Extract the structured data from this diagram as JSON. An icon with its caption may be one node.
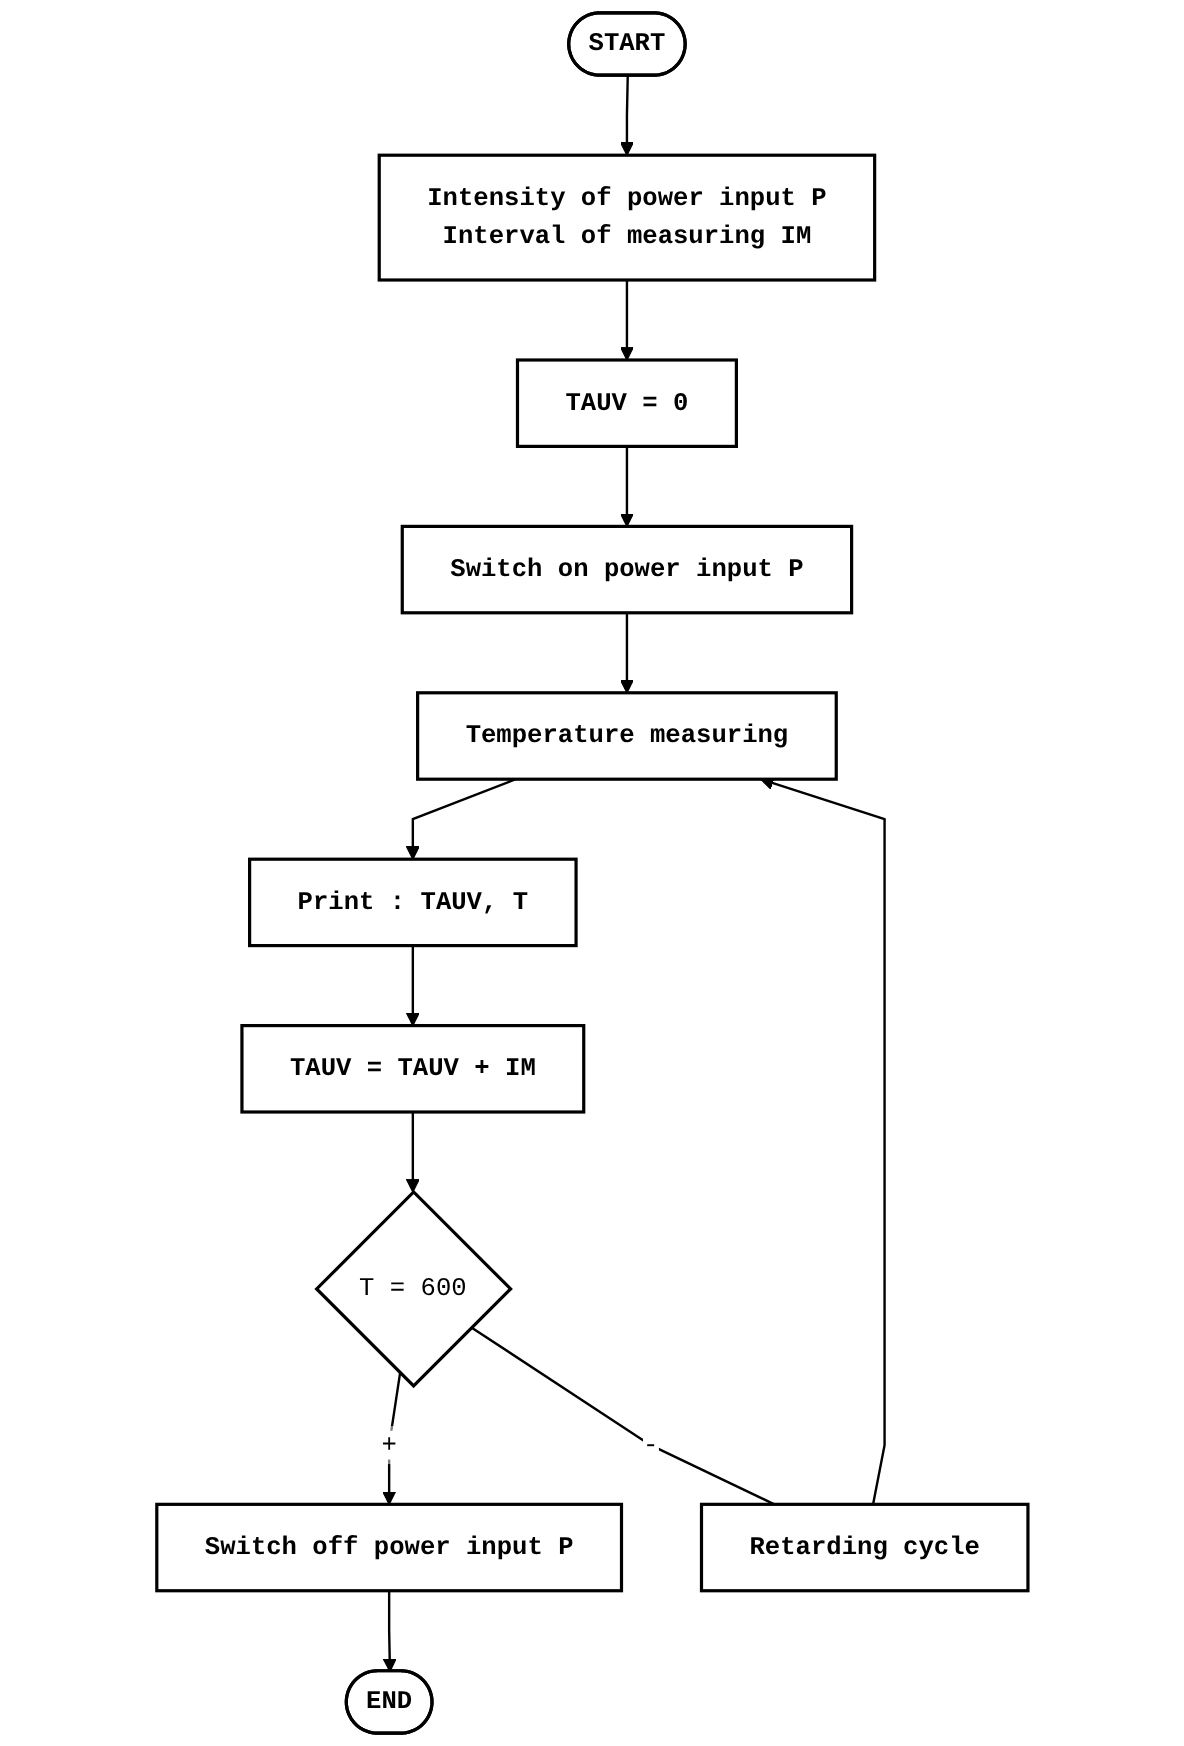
{
  "diagram": {
    "nodes": [
      {
        "text": [
          "START"
        ]
      },
      {
        "text": [
          "Intensity of power input P",
          "Interval of measuring IM"
        ]
      },
      {
        "text": [
          "TAUV = 0"
        ]
      },
      {
        "text": [
          "Switch on power input P"
        ]
      },
      {
        "text": [
          "Temperature measuring"
        ]
      },
      {
        "text": [
          "Print : TAUV, T"
        ]
      },
      {
        "text": [
          "TAUV = TAUV + IM"
        ]
      },
      {
        "text": [
          "T = 600"
        ]
      },
      {
        "text": [
          "Retarding cycle"
        ]
      },
      {
        "text": [
          "Switch off power input P"
        ]
      },
      {
        "text": [
          "END"
        ]
      }
    ],
    "edges": [
      {
        "from": 0,
        "to": 1,
        "arrow": "to"
      },
      {
        "from": 1,
        "to": 2,
        "arrow": "to"
      },
      {
        "from": 2,
        "to": 3,
        "arrow": "to"
      },
      {
        "from": 3,
        "to": 4,
        "arrow": "to"
      },
      {
        "from": 4,
        "to": 5,
        "arrow": "to"
      },
      {
        "from": 5,
        "to": 6,
        "arrow": "to"
      },
      {
        "from": 6,
        "to": 7,
        "arrow": "to"
      },
      {
        "from": 7,
        "to": 9,
        "arrow": "to",
        "label": "+"
      },
      {
        "from": 7,
        "to": 8,
        "arrow": "none",
        "label": "-"
      },
      {
        "from": 8,
        "to": 4,
        "arrow": "to"
      },
      {
        "from": 9,
        "to": 10,
        "arrow": "to"
      }
    ]
  }
}
